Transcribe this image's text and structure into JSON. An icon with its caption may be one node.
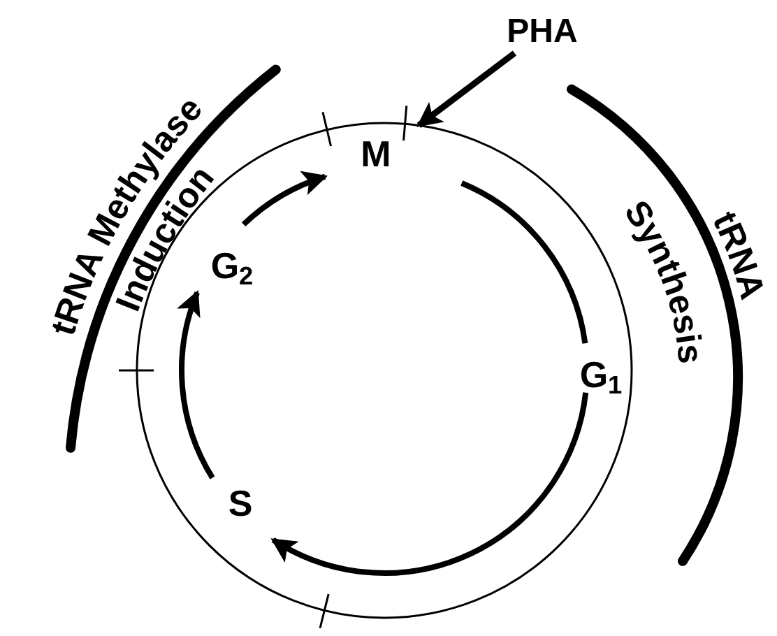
{
  "diagram": {
    "nodes": [
      {
        "text": [
          "PHA"
        ]
      },
      {
        "text": [],
        "shape": "circle"
      },
      {
        "text": [
          "M"
        ],
        "in": 1
      },
      {
        "text": [
          "G$_{1}$"
        ],
        "in": 1
      },
      {
        "text": [
          "S"
        ],
        "in": 1
      },
      {
        "text": [
          "G$_{2}$"
        ],
        "in": 1
      }
    ],
    "edges": [
      {
        "from": 0,
        "to": 1,
        "arrow": "to"
      },
      {
        "from": 2,
        "to": 3,
        "arrow": "none"
      },
      {
        "from": 3,
        "to": 4,
        "arrow": "to"
      },
      {
        "from": 4,
        "to": 5,
        "arrow": "to"
      },
      {
        "from": 5,
        "to": 2,
        "arrow": "to"
      }
    ],
    "labels": [
      "tRNA Methylase Induction",
      "tRNA Synthesis"
    ]
  }
}
